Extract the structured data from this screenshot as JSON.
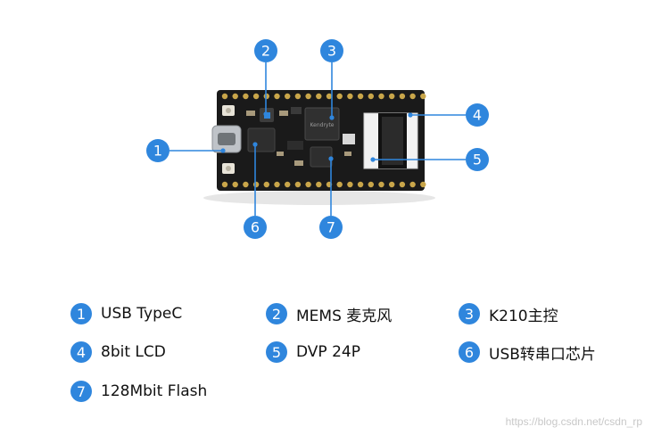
{
  "callouts": [
    {
      "number": "1",
      "label": "USB TypeC"
    },
    {
      "number": "2",
      "label": "MEMS 麦克风"
    },
    {
      "number": "3",
      "label": "K210主控"
    },
    {
      "number": "4",
      "label": "8bit LCD"
    },
    {
      "number": "5",
      "label": "DVP 24P"
    },
    {
      "number": "6",
      "label": "USB转串口芯片"
    },
    {
      "number": "7",
      "label": "128Mbit Flash"
    }
  ],
  "chip_marking": "Kendryte",
  "accent_color": "#2f86dd",
  "watermark": "https://blog.csdn.net/csdn_rp"
}
